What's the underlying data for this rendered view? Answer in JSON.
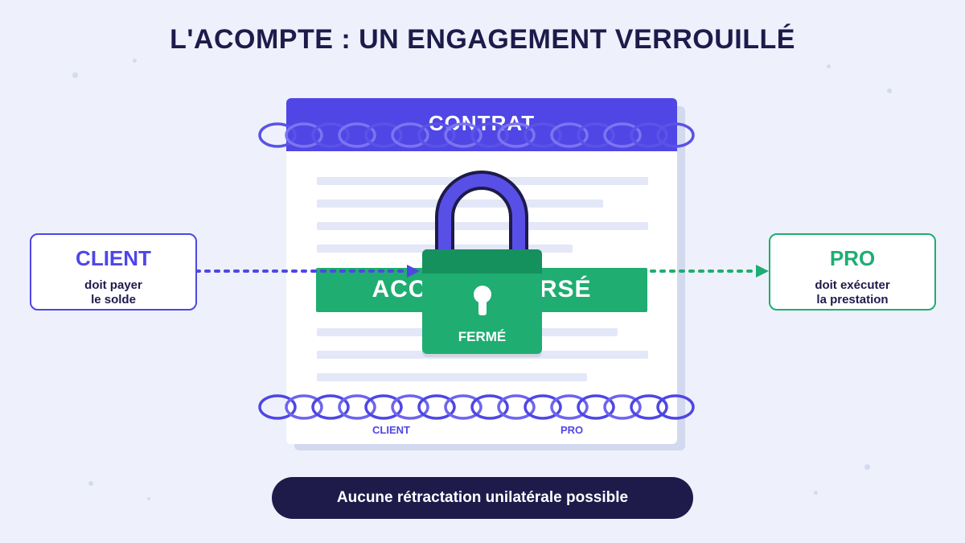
{
  "title": "L'ACOMPTE : UN ENGAGEMENT VERROUILLÉ",
  "contract": {
    "title": "CONTRAT",
    "banner": "ACOMPTE VERSÉ",
    "signature_left": "CLIENT",
    "signature_right": "PRO"
  },
  "lock": {
    "label": "FERMÉ",
    "icon": "padlock-icon"
  },
  "client": {
    "name": "CLIENT",
    "desc_line1": "doit payer",
    "desc_line2": "le solde"
  },
  "pro": {
    "name": "PRO",
    "desc_line1": "doit exécuter",
    "desc_line2": "la prestation"
  },
  "footer": "Aucune rétractation unilatérale possible",
  "colors": {
    "indigo": "#4f46e5",
    "green": "#1fad72",
    "navy": "#1e1b4b",
    "background": "#eef1fb"
  }
}
